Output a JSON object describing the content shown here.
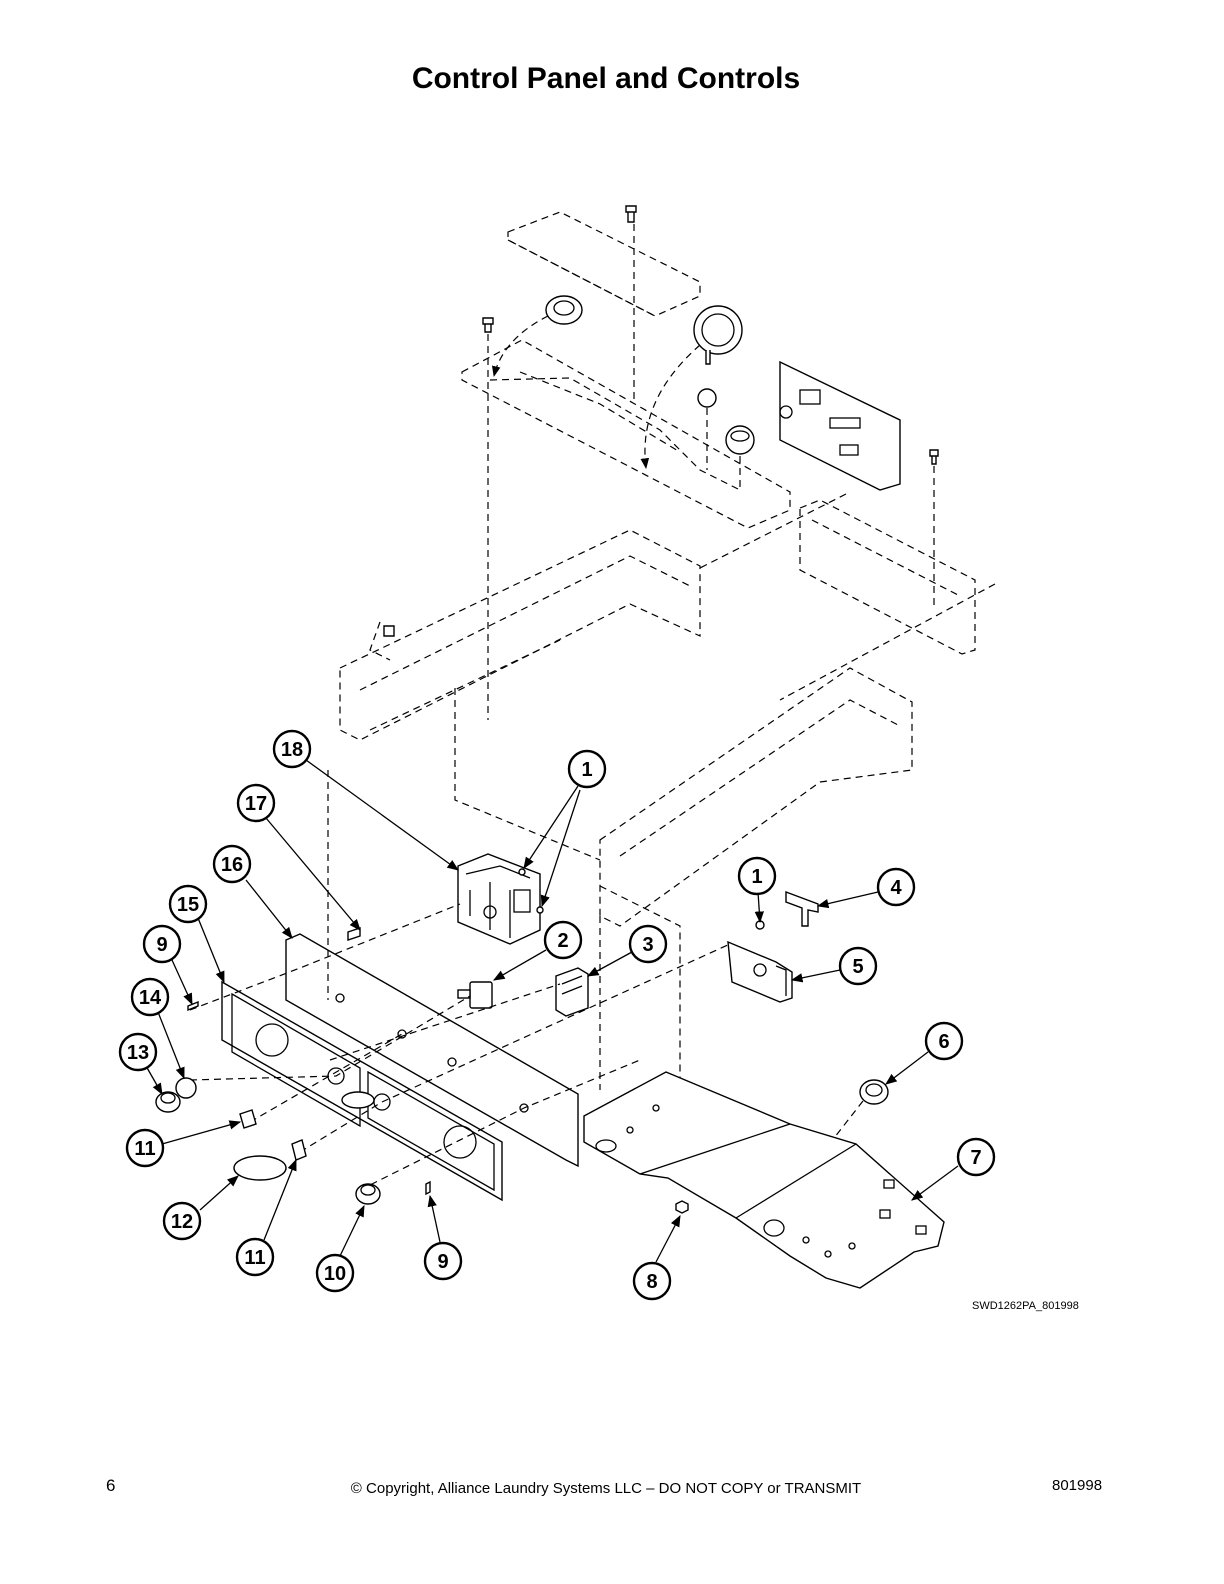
{
  "page": {
    "title": "Control Panel and Controls",
    "figure_ref": "SWD1262PA_801998",
    "page_number": "6",
    "copyright": "© Copyright, Alliance Laundry Systems LLC – DO NOT COPY or TRANSMIT",
    "doc_number": "801998"
  },
  "callouts": [
    {
      "id": "c18",
      "label": "18"
    },
    {
      "id": "c1a",
      "label": "1"
    },
    {
      "id": "c17",
      "label": "17"
    },
    {
      "id": "c16",
      "label": "16"
    },
    {
      "id": "c15",
      "label": "15"
    },
    {
      "id": "c9a",
      "label": "9"
    },
    {
      "id": "c14",
      "label": "14"
    },
    {
      "id": "c13",
      "label": "13"
    },
    {
      "id": "c2",
      "label": "2"
    },
    {
      "id": "c3",
      "label": "3"
    },
    {
      "id": "c1b",
      "label": "1"
    },
    {
      "id": "c4",
      "label": "4"
    },
    {
      "id": "c5",
      "label": "5"
    },
    {
      "id": "c6",
      "label": "6"
    },
    {
      "id": "c7",
      "label": "7"
    },
    {
      "id": "c11a",
      "label": "11"
    },
    {
      "id": "c12",
      "label": "12"
    },
    {
      "id": "c11b",
      "label": "11"
    },
    {
      "id": "c10",
      "label": "10"
    },
    {
      "id": "c9b",
      "label": "9"
    },
    {
      "id": "c8",
      "label": "8"
    }
  ]
}
